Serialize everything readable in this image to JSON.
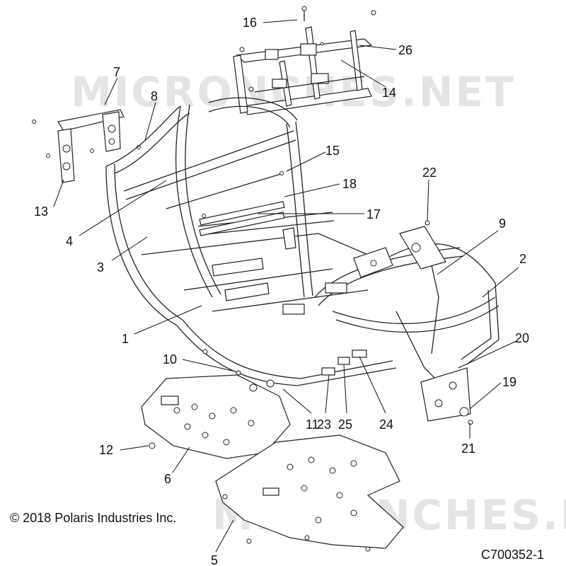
{
  "watermark": "MICRONCHES.NET",
  "copyright": "© 2018 Polaris Industries Inc.",
  "figure_id": "C700352-1",
  "callouts": [
    "1",
    "2",
    "3",
    "4",
    "5",
    "6",
    "7",
    "8",
    "9",
    "10",
    "11",
    "12",
    "13",
    "14",
    "15",
    "16",
    "17",
    "18",
    "19",
    "20",
    "21",
    "22",
    "23",
    "24",
    "25",
    "26"
  ],
  "colors": {
    "line": "#222222",
    "watermark": "#e4e4e4",
    "background": "#ffffff"
  }
}
